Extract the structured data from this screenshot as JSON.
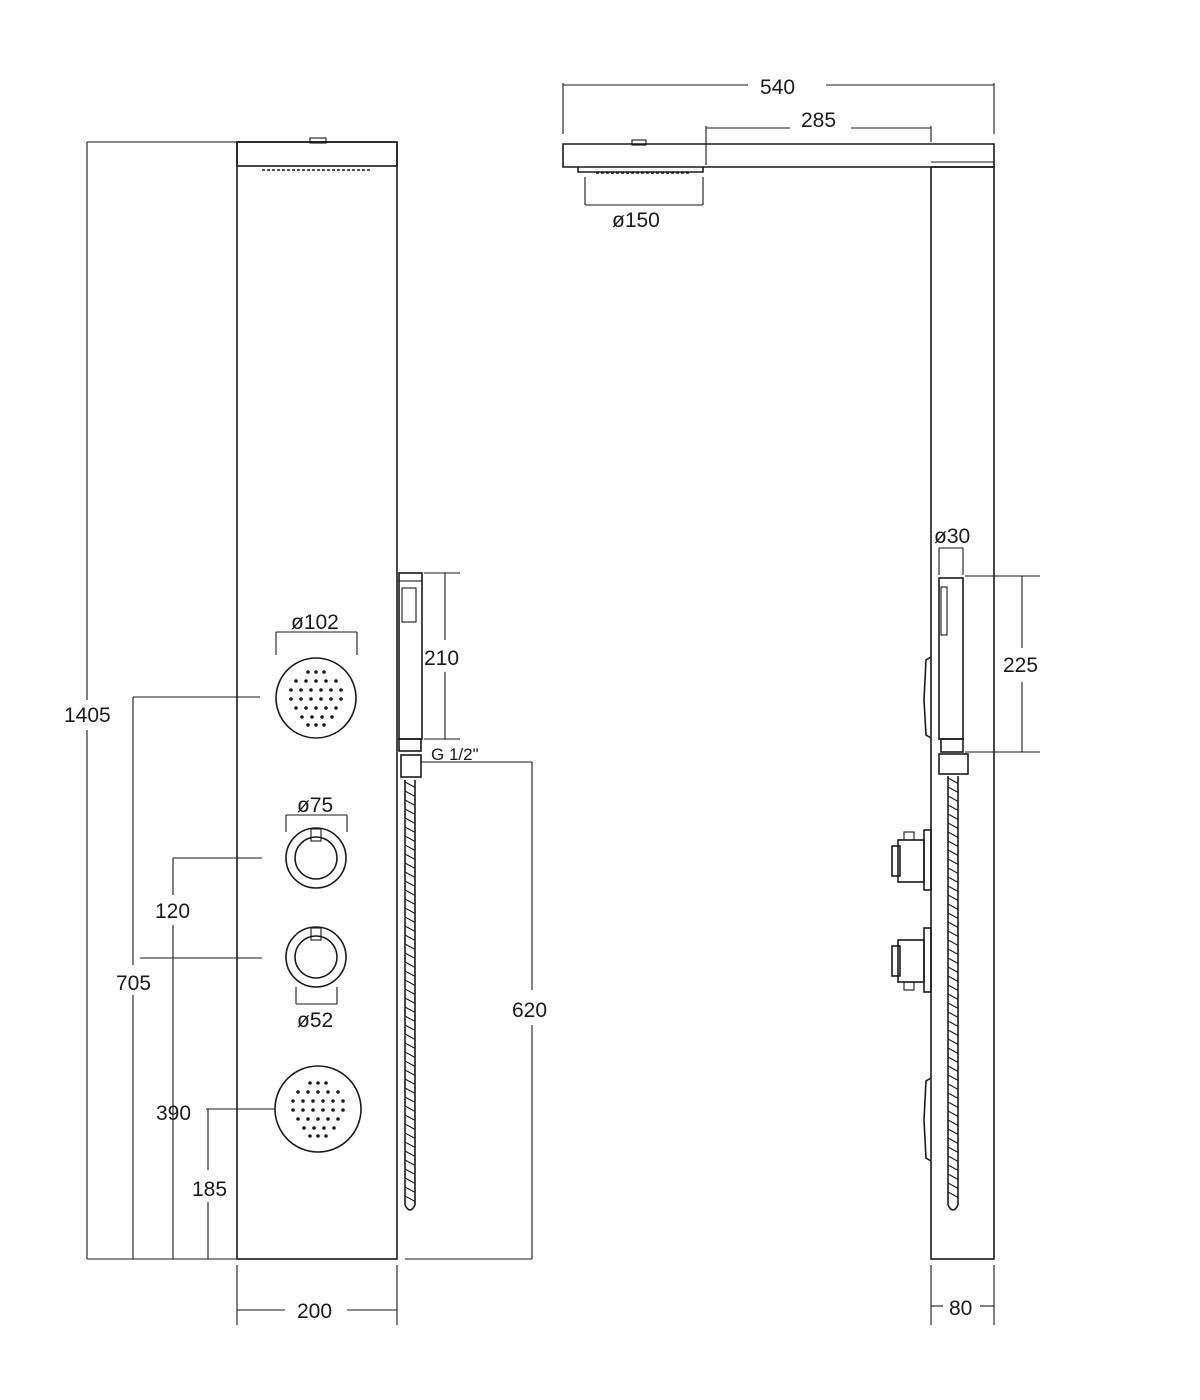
{
  "front_view": {
    "height_total": "1405",
    "width": "200",
    "shower_jet_top_dia": "ø102",
    "handshower_length": "210",
    "connection_thread": "G 1/2\"",
    "knob_outer_dia": "ø75",
    "knob_inner_dia": "ø52",
    "knob_spacing": "120",
    "lower_knob_height": "705",
    "hose_outlet_height": "620",
    "lower_jet_height": "390",
    "bottom_offset": "185"
  },
  "side_view": {
    "total_projection": "540",
    "arm_length": "285",
    "head_dia": "ø150",
    "handshower_dia": "ø30",
    "handshower_length": "225",
    "depth": "80"
  }
}
